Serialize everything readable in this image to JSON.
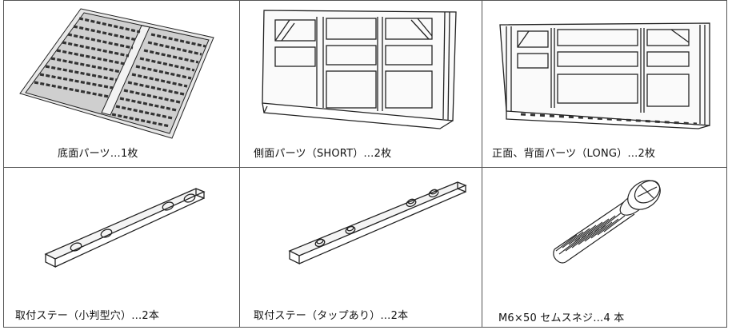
{
  "parts": [
    {
      "label": "底面パーツ…1枚",
      "icon": "bottom-panel-grid"
    },
    {
      "label": "側面パーツ（SHORT）…2枚",
      "icon": "side-panel-short"
    },
    {
      "label": "正面、背面パーツ（LONG）…2枚",
      "icon": "front-back-panel-long"
    },
    {
      "label": "取付ステー（小判型穴）…2本",
      "icon": "stay-bracket-oval-holes"
    },
    {
      "label": "取付ステー（タップあり）…2本",
      "icon": "stay-bracket-tapped"
    },
    {
      "label": "M6×50 セムスネジ…4 本",
      "icon": "sems-screw"
    }
  ]
}
